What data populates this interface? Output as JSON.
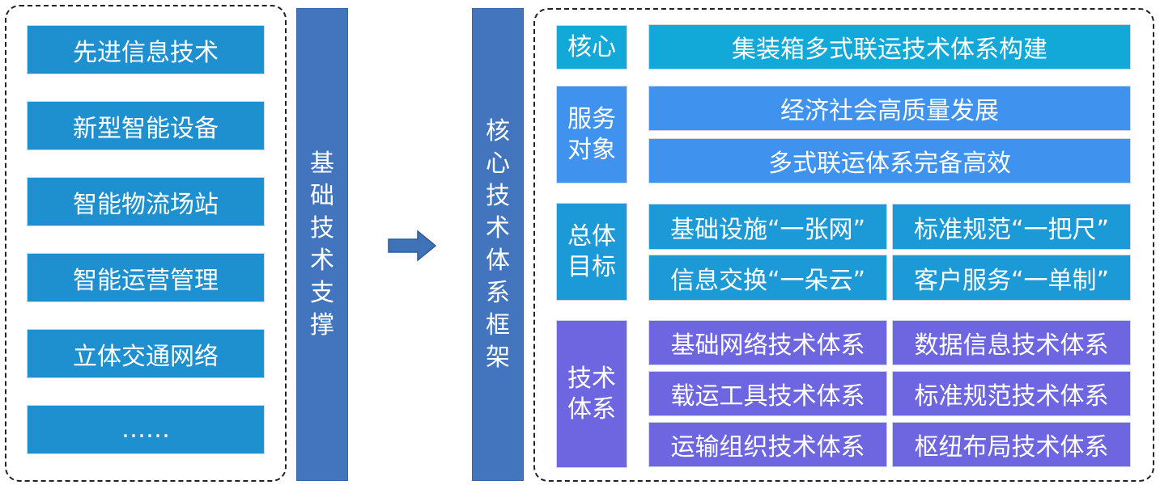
{
  "left_panel": {
    "items": [
      "先进信息技术",
      "新型智能设备",
      "智能物流场站",
      "智能运营管理",
      "立体交通网络",
      "……"
    ]
  },
  "support_bar": {
    "label": "基础技术支撑"
  },
  "framework_bar": {
    "label": "核心技术体系框架"
  },
  "right_panel": {
    "core": {
      "label": "核心",
      "content": "集装箱多式联运技术体系构建"
    },
    "service": {
      "label": "服务对象",
      "items": [
        "经济社会高质量发展",
        "多式联运体系完备高效"
      ]
    },
    "goals": {
      "label": "总体目标",
      "items": [
        "基础设施“一张网”",
        "标准规范“一把尺”",
        "信息交换“一朵云”",
        "客户服务“一单制”"
      ]
    },
    "systems": {
      "label": "技术体系",
      "items": [
        "基础网络技术体系",
        "数据信息技术体系",
        "载运工具技术体系",
        "标准规范技术体系",
        "运输组织技术体系",
        "枢纽布局技术体系"
      ]
    }
  },
  "colors": {
    "tech_box": "#1e90d0",
    "bar": "#4275be",
    "core": "#12a8d8",
    "service": "#3f93ee",
    "goals": "#1c9ad8",
    "systems": "#6e66e0"
  }
}
